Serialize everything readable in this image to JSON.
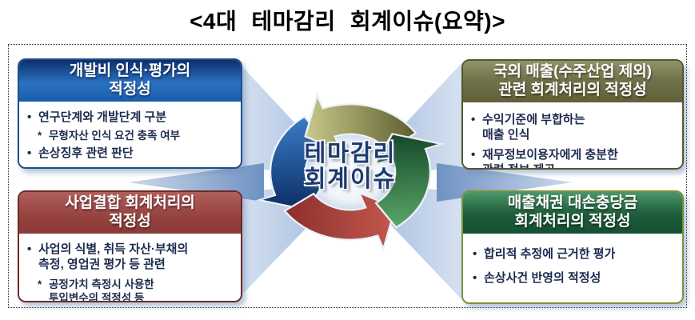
{
  "title": "<4대 테마감리 회계이슈(요약)>",
  "center": {
    "label": "테마감리\n회계이슈"
  },
  "boxes": [
    {
      "id": "development-cost",
      "title": "개발비 인식·평가의\n적정성",
      "accent": "#1f5fae",
      "items": [
        {
          "bullet": "•",
          "text": "연구단계와 개발단계 구분"
        },
        {
          "bullet": "*",
          "text": "무형자산 인식 요건 충족 여부"
        },
        {
          "bullet": "•",
          "text": "손상징후 관련 판단"
        }
      ]
    },
    {
      "id": "overseas-sales",
      "title": "국외 매출(수주산업 제외)\n관련 회계처리의 적정성",
      "accent": "#72724a",
      "items": [
        {
          "bullet": "•",
          "text": "수익기준에 부합하는\n매출 인식"
        },
        {
          "bullet": "•",
          "text": "재무정보이용자에게 충분한\n관련 정보 제공"
        }
      ]
    },
    {
      "id": "business-combination",
      "title": "사업결합 회계처리의\n적정성",
      "accent": "#96423f",
      "items": [
        {
          "bullet": "•",
          "text": "사업의 식별, 취득 자산·부채의\n측정, 영업권 평가 등 관련"
        },
        {
          "bullet": "*",
          "text": "공정가치 측정시 사용한\n투입변수의 적정성 등"
        }
      ]
    },
    {
      "id": "receivables-allowance",
      "title": "매출채권 대손충당금\n회계처리의 적정성",
      "accent": "#1d5c3a",
      "items": [
        {
          "bullet": "•",
          "text": "합리적 추정에 근거한 평가"
        },
        {
          "bullet": "•",
          "text": "손상사건 반영의 적정성"
        }
      ]
    }
  ],
  "colors": {
    "arrow_blue": "#1c4f9c",
    "arrow_olive": "#8f8f55",
    "arrow_red": "#a6423c",
    "arrow_green": "#2f7b45",
    "beam_light": "#cfdcee",
    "beam_dark": "#6f92c3",
    "center_text": "#1d3a6e"
  }
}
